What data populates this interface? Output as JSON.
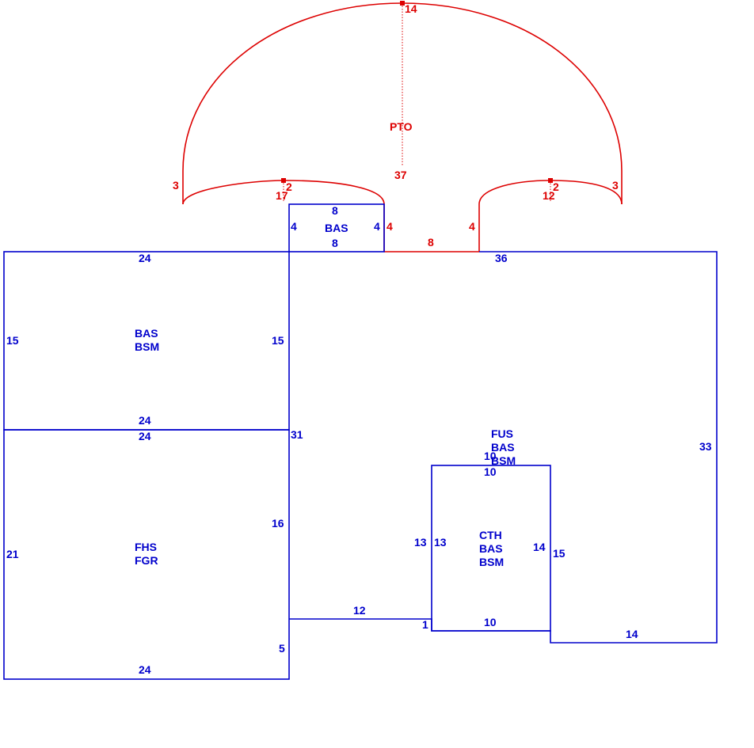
{
  "colors": {
    "structure": "#0000cc",
    "porch": "#dd0000"
  },
  "areas": {
    "bas_small": [
      "BAS"
    ],
    "bas_bsm_left": [
      "BAS",
      "BSM"
    ],
    "fhs_fgr": [
      "FHS",
      "FGR"
    ],
    "fus_main": [
      "FUS",
      "BAS",
      "BSM"
    ],
    "cth_inner": [
      "CTH",
      "BAS",
      "BSM"
    ],
    "pto": [
      "PTO"
    ]
  },
  "dimensions": {
    "bas_top": "8",
    "bas_bottom": "8",
    "bas_left": "4",
    "bas_right": "4",
    "left_top": "24",
    "left_left": "15",
    "left_right": "15",
    "left_bottom": "24",
    "fhs_top": "24",
    "fhs_left": "21",
    "fhs_right_upper": "16",
    "fhs_right_lower": "5",
    "fhs_bottom": "24",
    "main_top": "36",
    "main_left": "31",
    "main_right": "33",
    "main_bottom": "14",
    "step_bottom": "12",
    "step_short": "1",
    "inner_top_outer": "10",
    "inner_top": "10",
    "inner_left_outer": "13",
    "inner_left": "13",
    "inner_right": "14",
    "inner_right_outer": "15",
    "inner_bottom": "10",
    "pto_top_mark": "14",
    "pto_center": "37",
    "pto_left_side": "3",
    "pto_right_side": "3",
    "pto_left_arc_a": "2",
    "pto_left_arc_b": "17",
    "pto_right_arc_a": "2",
    "pto_right_arc_b": "12",
    "pto_left_leg": "4",
    "pto_right_leg": "4",
    "pto_bottom": "8"
  }
}
